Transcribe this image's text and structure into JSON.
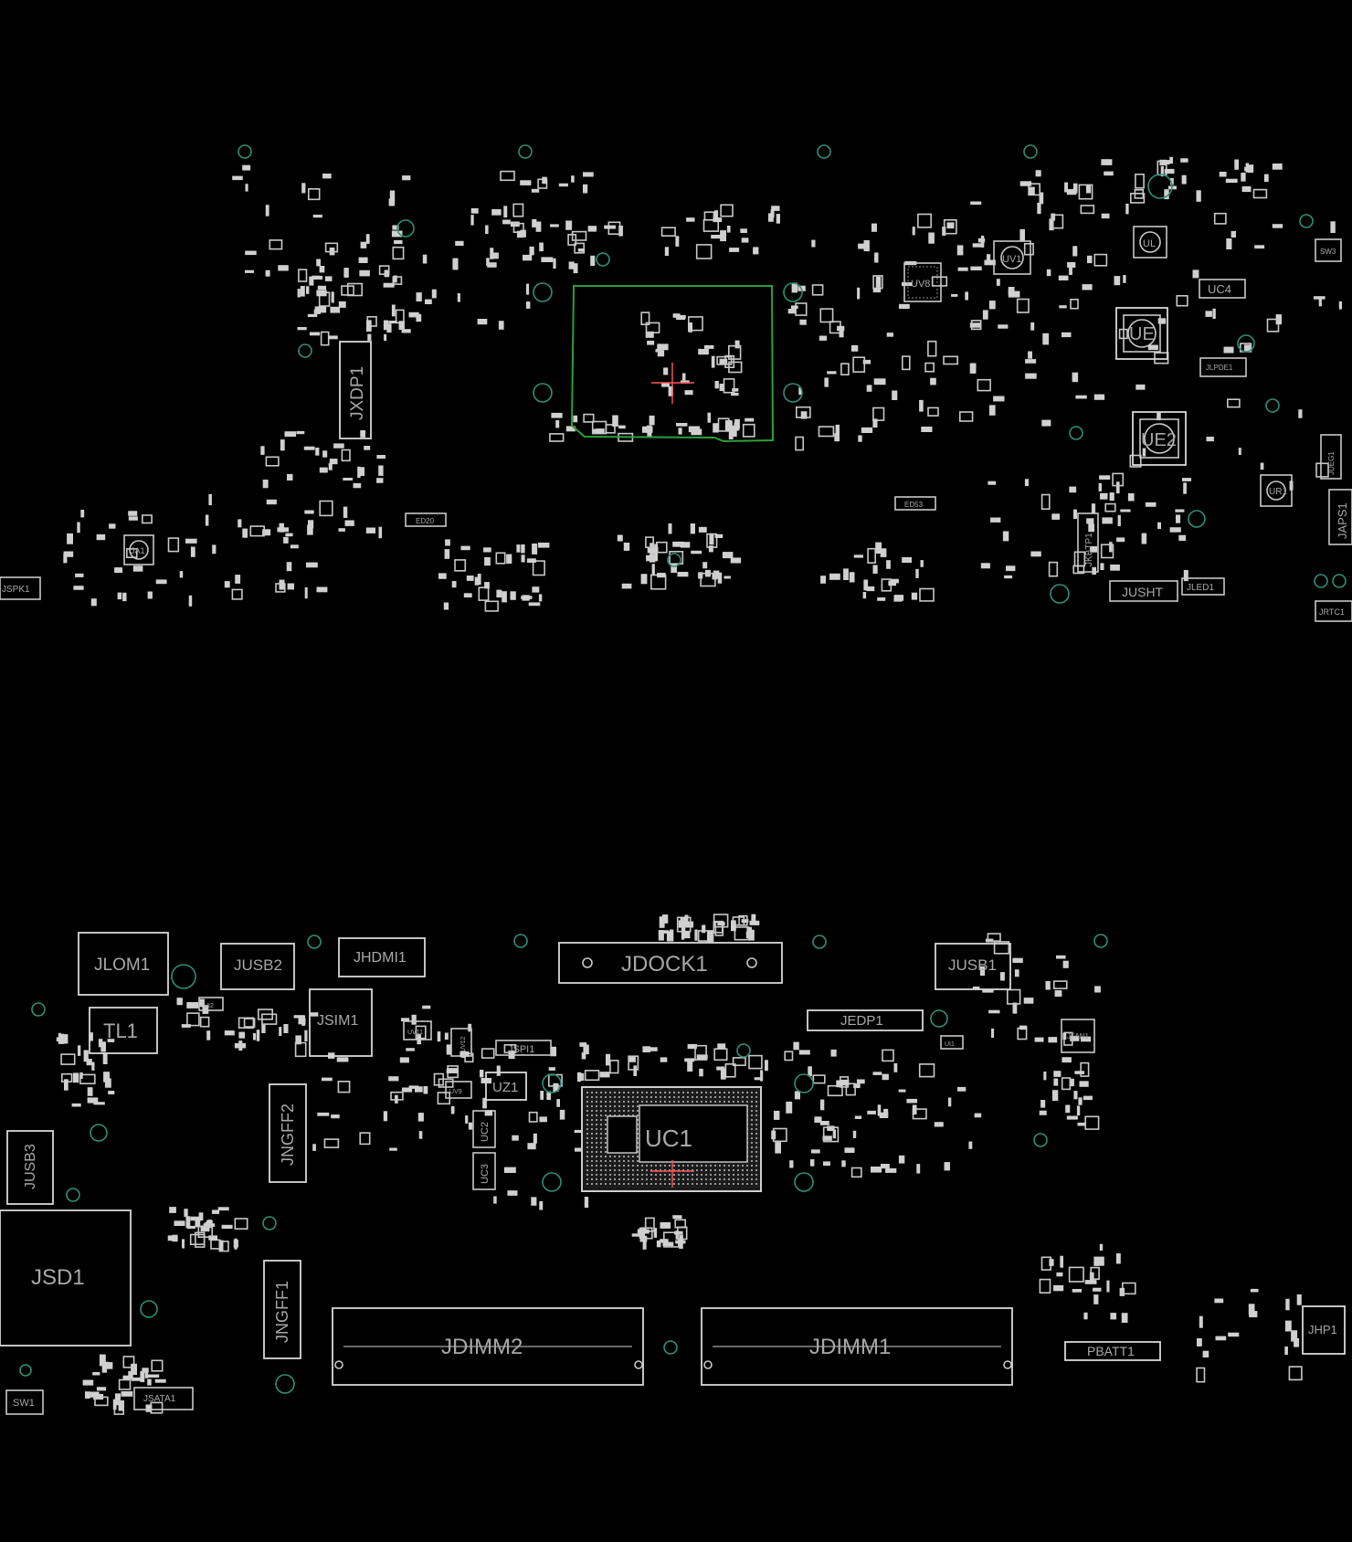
{
  "title": "",
  "colors": {
    "background": "#000000",
    "silkscreen": "#c8c8c8",
    "label": "#a8a8a8",
    "via": "#2f8f7a",
    "highlight": "#2e9e3a",
    "cursor": "#ff5a5a"
  },
  "top_side": {
    "labels": [
      "JXDP1",
      "JSPK1",
      "JA1",
      "UV8",
      "UE",
      "UE2",
      "UL",
      "UC4",
      "JLPDE1",
      "JAPS1",
      "JKBTP1",
      "JUSHT",
      "JLED1",
      "JRTC1",
      "JDEG1",
      "UR1",
      "UV1",
      "ED20",
      "ED53",
      "SW3"
    ]
  },
  "bottom_side": {
    "labels": [
      "JLOM1",
      "JUSB2",
      "JHDMI1",
      "JDOCK1",
      "JUSB1",
      "TL1",
      "JSIM1",
      "JEDP1",
      "JFAN1",
      "JUSB3",
      "JSD1",
      "JNGFF2",
      "JNGFF1",
      "UZ1",
      "UC1",
      "UC2",
      "UC3",
      "JSPI1",
      "UV11",
      "UV12",
      "UV9",
      "JDIMM2",
      "JDIMM1",
      "PBATT1",
      "JHP1",
      "SW1",
      "JSATA1",
      "UI2",
      "UI1"
    ]
  }
}
